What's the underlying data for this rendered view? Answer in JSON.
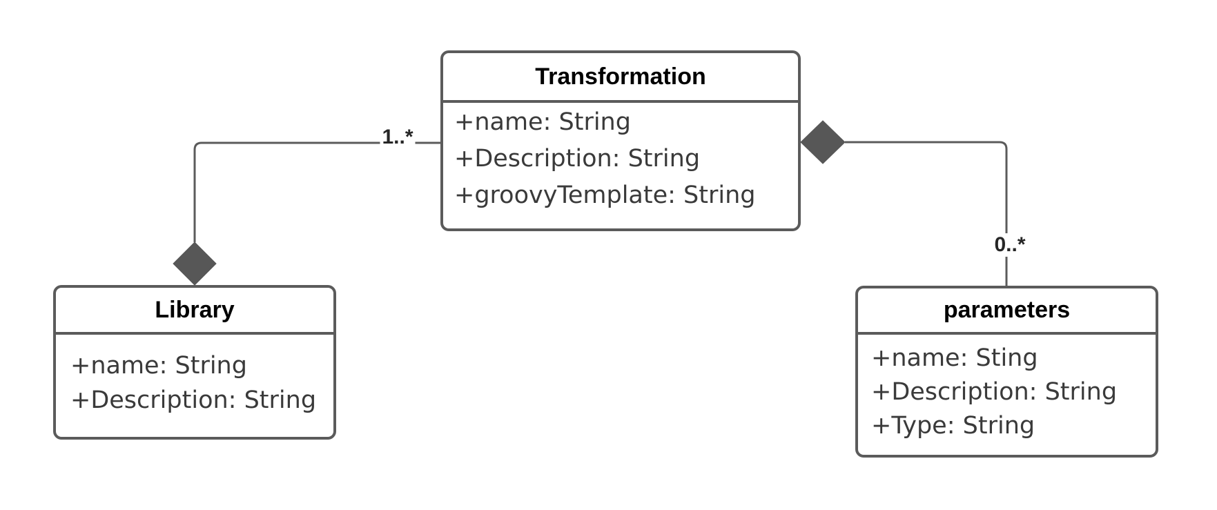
{
  "diagram": {
    "kind": "uml-class-diagram",
    "background": "white"
  },
  "colors": {
    "canvas-bg": "#ffffff",
    "box-border": "#5b5b5b",
    "box-fill": "#ffffff",
    "title-text": "#000000",
    "attr-text": "#3a3a3a",
    "connector": "#5b5b5b",
    "diamond": "#575757",
    "label-text": "#262626"
  },
  "classes": [
    {
      "name": "Transformation",
      "attributes": [
        "+name: String",
        "+Description: String",
        "+groovyTemplate: String"
      ]
    },
    {
      "name": "Library",
      "attributes": [
        "+name: String",
        "+Description: String"
      ]
    },
    {
      "name": "parameters",
      "attributes": [
        "+name: Sting",
        "+Description: String",
        "+Type: String"
      ]
    }
  ],
  "relationships": [
    {
      "from": "Transformation",
      "to": "Library",
      "type": "composition (filled diamond)",
      "diamond_at": "Library",
      "multiplicity": "1..*"
    },
    {
      "from": "Transformation",
      "to": "parameters",
      "type": "composition (filled diamond)",
      "diamond_at": "Transformation",
      "multiplicity": "0..*"
    }
  ]
}
